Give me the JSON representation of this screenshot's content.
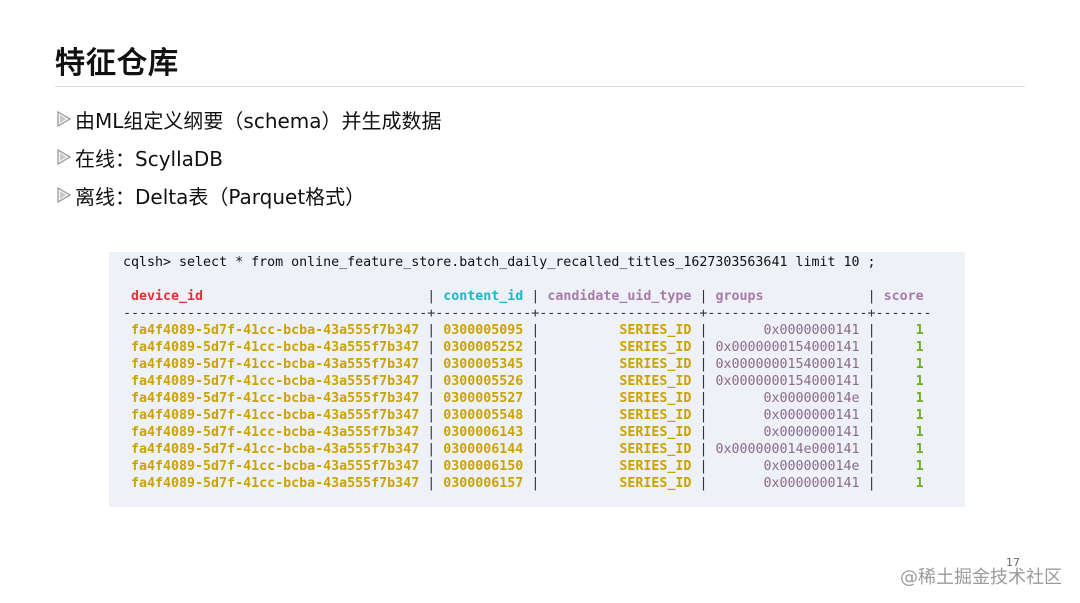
{
  "slide": {
    "title": "特征仓库",
    "page_number": "17",
    "watermark": "@稀土掘金技术社区"
  },
  "bullets": [
    "由ML组定义纲要（schema）并生成数据",
    "在线：ScyllaDB",
    "离线：Delta表（Parquet格式）"
  ],
  "terminal": {
    "command": "cqlsh> select * from online_feature_store.batch_daily_recalled_titles_1627303563641 limit 10 ;",
    "columns": [
      "device_id",
      "content_id",
      "candidate_uid_type",
      "groups",
      "score"
    ],
    "rows": [
      [
        "fa4f4089-5d7f-41cc-bcba-43a555f7b347",
        "0300005095",
        "SERIES_ID",
        "0x0000000141",
        "1"
      ],
      [
        "fa4f4089-5d7f-41cc-bcba-43a555f7b347",
        "0300005252",
        "SERIES_ID",
        "0x0000000154000141",
        "1"
      ],
      [
        "fa4f4089-5d7f-41cc-bcba-43a555f7b347",
        "0300005345",
        "SERIES_ID",
        "0x0000000154000141",
        "1"
      ],
      [
        "fa4f4089-5d7f-41cc-bcba-43a555f7b347",
        "0300005526",
        "SERIES_ID",
        "0x0000000154000141",
        "1"
      ],
      [
        "fa4f4089-5d7f-41cc-bcba-43a555f7b347",
        "0300005527",
        "SERIES_ID",
        "0x000000014e",
        "1"
      ],
      [
        "fa4f4089-5d7f-41cc-bcba-43a555f7b347",
        "0300005548",
        "SERIES_ID",
        "0x0000000141",
        "1"
      ],
      [
        "fa4f4089-5d7f-41cc-bcba-43a555f7b347",
        "0300006143",
        "SERIES_ID",
        "0x0000000141",
        "1"
      ],
      [
        "fa4f4089-5d7f-41cc-bcba-43a555f7b347",
        "0300006144",
        "SERIES_ID",
        "0x000000014e000141",
        "1"
      ],
      [
        "fa4f4089-5d7f-41cc-bcba-43a555f7b347",
        "0300006150",
        "SERIES_ID",
        "0x000000014e",
        "1"
      ],
      [
        "fa4f4089-5d7f-41cc-bcba-43a555f7b347",
        "0300006157",
        "SERIES_ID",
        "0x0000000141",
        "1"
      ]
    ]
  }
}
